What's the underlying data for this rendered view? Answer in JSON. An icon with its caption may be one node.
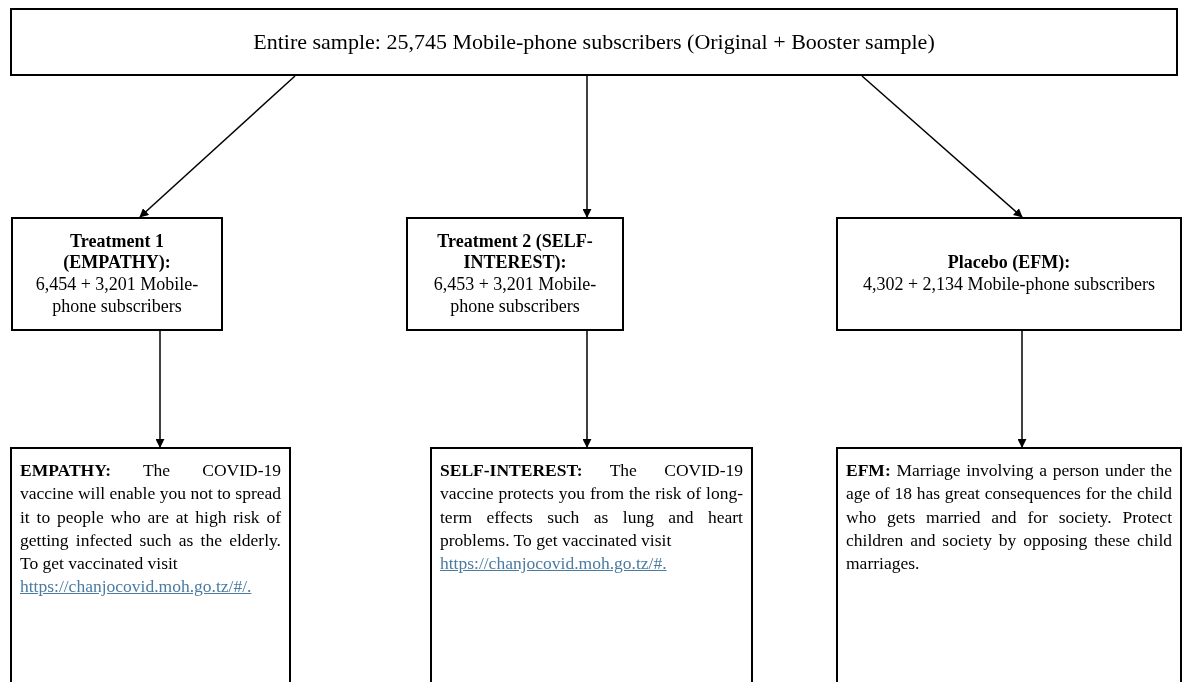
{
  "diagram": {
    "nodes": [
      {
        "text": [
          "Entire sample: 25,745 Mobile-phone subscribers (Original + Booster sample)"
        ]
      },
      {
        "text": [
          "Treatment 1 (EMPATHY):",
          "6,454 + 3,201 Mobile-phone subscribers"
        ]
      },
      {
        "text": [
          "Treatment 2 (SELF-INTEREST):",
          "6,453 + 3,201 Mobile-phone subscribers"
        ]
      },
      {
        "text": [
          "Placebo (EFM):",
          "4,302 + 2,134 Mobile-phone subscribers"
        ]
      },
      {
        "text": [
          "**EMPATHY:** The COVID-19 vaccine will enable you not to spread it to people who are at high risk of getting infected such as the elderly. To get vaccinated visit",
          "https://chanjocovid.moh.go.tz/#/."
        ]
      },
      {
        "text": [
          "**SELF-INTEREST:** The COVID-19 vaccine protects you from the risk of long-term effects such as lung and heart problems. To get vaccinated visit",
          "https://chanjocovid.moh.go.tz/#."
        ]
      },
      {
        "text": [
          "**EFM:** Marriage involving a person under the age of 18 has great consequences for the child who gets married and for society. Protect children and society by opposing these child marriages."
        ]
      }
    ],
    "edges": [
      {
        "from": 0,
        "to": 1,
        "arrow": "to"
      },
      {
        "from": 0,
        "to": 2,
        "arrow": "to"
      },
      {
        "from": 0,
        "to": 3,
        "arrow": "to"
      },
      {
        "from": 1,
        "to": 4,
        "arrow": "to"
      },
      {
        "from": 2,
        "to": 5,
        "arrow": "to"
      },
      {
        "from": 3,
        "to": 6,
        "arrow": "to"
      }
    ]
  }
}
